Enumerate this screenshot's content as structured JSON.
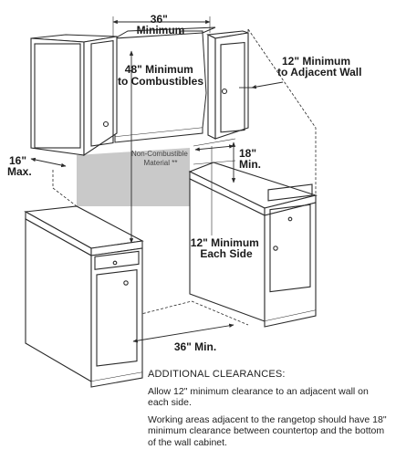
{
  "labels": {
    "width_36_min_top": [
      "36\"",
      "Minimum"
    ],
    "clearance_48": [
      "48\" Minimum",
      "to Combustibles"
    ],
    "adjacent_wall_12": [
      "12\" Minimum",
      "to Adjacent Wall"
    ],
    "depth_16_max": [
      "16\"",
      "Max."
    ],
    "height_18_min": [
      "18\"",
      "Min."
    ],
    "non_combustible": [
      "Non-Combustible",
      "Material **"
    ],
    "each_side_12": [
      "12\" Minimum",
      "Each Side"
    ],
    "width_36_min_bottom": "36\" Min."
  },
  "notes": {
    "heading": "ADDITIONAL CLEARANCES:",
    "paragraphs": [
      "Allow 12\" minimum clearance to an adjacent wall on each side.",
      "Working areas adjacent to the rangetop should have 18\" minimum clearance between countertop and the bottom of the wall cabinet."
    ]
  },
  "colors": {
    "line": "#2a2a2a",
    "panel_fill": "#c9c9c9",
    "cabinet_fill": "#ffffff"
  }
}
